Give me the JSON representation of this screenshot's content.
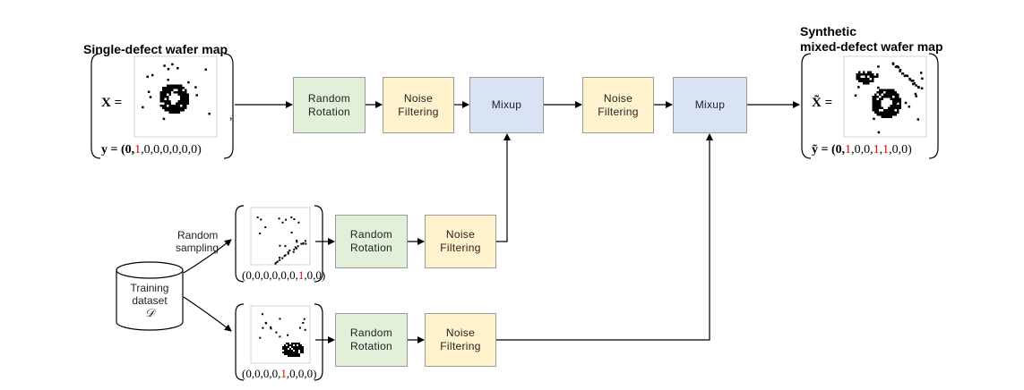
{
  "headings": {
    "single": "Single-defect wafer map",
    "synthetic_line1": "Synthetic",
    "synthetic_line2": "mixed-defect wafer map"
  },
  "boxes": {
    "random_rotation_line1": "Random",
    "random_rotation_line2": "Rotation",
    "noise_filtering_line1": "Noise",
    "noise_filtering_line2": "Filtering",
    "mixup": "Mixup"
  },
  "input": {
    "x_label": "X =",
    "y_label_prefix": "y = (0,",
    "y_label_red": "1",
    "y_label_suffix": ",0,0,0,0,0,0)",
    "comma": ","
  },
  "output": {
    "x_label": "X̃ =",
    "y_label_prefix": "ỹ = (0,",
    "y_red_1": "1",
    "y_mid": ",0,0,",
    "y_red_2": "1",
    "y_comma": ",",
    "y_red_3": "1",
    "y_suffix": ",0,0)"
  },
  "samples": {
    "top_prefix": "(0,0,0,0,0,0,",
    "top_red": "1",
    "top_suffix": ",0,0)",
    "bottom_prefix": "(0,0,0,0,",
    "bottom_red": "1",
    "bottom_suffix": ",0,0,0)"
  },
  "sampling_caption_line1": "Random",
  "sampling_caption_line2": "sampling",
  "dataset": {
    "line1": "Training",
    "line2": "dataset",
    "symbol": "𝒟"
  },
  "colors": {
    "rotation": "#e2efd9",
    "noise": "#fff2cc",
    "mixup": "#dae3f3",
    "highlight": "#e00000"
  }
}
